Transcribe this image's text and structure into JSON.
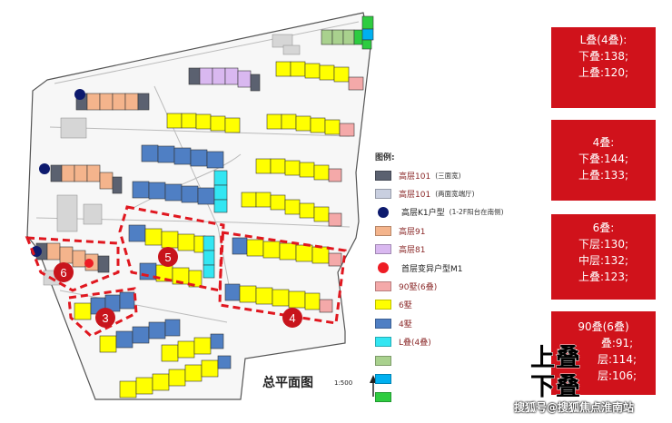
{
  "legend": {
    "title": "图例:",
    "items": [
      {
        "label": "高层101",
        "note": "(三面宽)",
        "color": "#5b6170",
        "shape": "rect",
        "label_color": "#8b2a2a"
      },
      {
        "label": "高层101",
        "note": "(两面宽端厅)",
        "color": "#c9cfe0",
        "shape": "rect",
        "label_color": "#8b2a2a"
      },
      {
        "label": "高层K1户型",
        "note": "(1-2F阳台在南侧)",
        "color": "#0d1a6e",
        "shape": "dot",
        "label_color": "#222222"
      },
      {
        "label": "高层91",
        "note": "",
        "color": "#f4b48c",
        "shape": "rect",
        "label_color": "#8b2a2a"
      },
      {
        "label": "高层81",
        "note": "",
        "color": "#d9b8f0",
        "shape": "rect",
        "label_color": "#8b2a2a"
      },
      {
        "label": "首层变异户型M1",
        "note": "",
        "color": "#ee1c24",
        "shape": "dot",
        "label_color": "#222222"
      },
      {
        "label": "90墅(6叠)",
        "note": "",
        "color": "#f4a9a9",
        "shape": "rect",
        "label_color": "#8b2a2a"
      },
      {
        "label": "6墅",
        "note": "",
        "color": "#ffff00",
        "shape": "rect",
        "label_color": "#8b2a2a"
      },
      {
        "label": "4墅",
        "note": "",
        "color": "#4f7fc4",
        "shape": "rect",
        "label_color": "#8b2a2a"
      },
      {
        "label": "L叠(4叠)",
        "note": "",
        "color": "#33e6f2",
        "shape": "rect",
        "label_color": "#8b2a2a"
      },
      {
        "label": "",
        "note": "",
        "color": "#a9d18e",
        "shape": "rect",
        "label_color": "#8b2a2a"
      },
      {
        "label": "",
        "note": "",
        "color": "#00b0f0",
        "shape": "rect",
        "label_color": "#8b2a2a"
      },
      {
        "label": "",
        "note": "",
        "color": "#2ecc40",
        "shape": "rect",
        "label_color": "#8b2a2a"
      }
    ]
  },
  "info_boxes": [
    {
      "lines": [
        "L叠(4叠):",
        "下叠:138;",
        "上叠:120;"
      ]
    },
    {
      "lines": [
        "4叠:",
        "下叠:144;",
        "上叠:133;"
      ]
    },
    {
      "lines": [
        "6叠:",
        "下层:130;",
        "中层:132;",
        "上叠:123;"
      ]
    },
    {
      "lines": [
        "90叠(6叠)",
        "叠:91;",
        "层:114;",
        "层:106;"
      ]
    }
  ],
  "overlay_text": {
    "upper": "上叠",
    "lower": "下叠"
  },
  "zone_labels": [
    "6",
    "5",
    "3",
    "4"
  ],
  "plan_title": "总平面图",
  "plan_scale": "1:500",
  "watermark": "搜狐号@搜狐焦点淮南站"
}
